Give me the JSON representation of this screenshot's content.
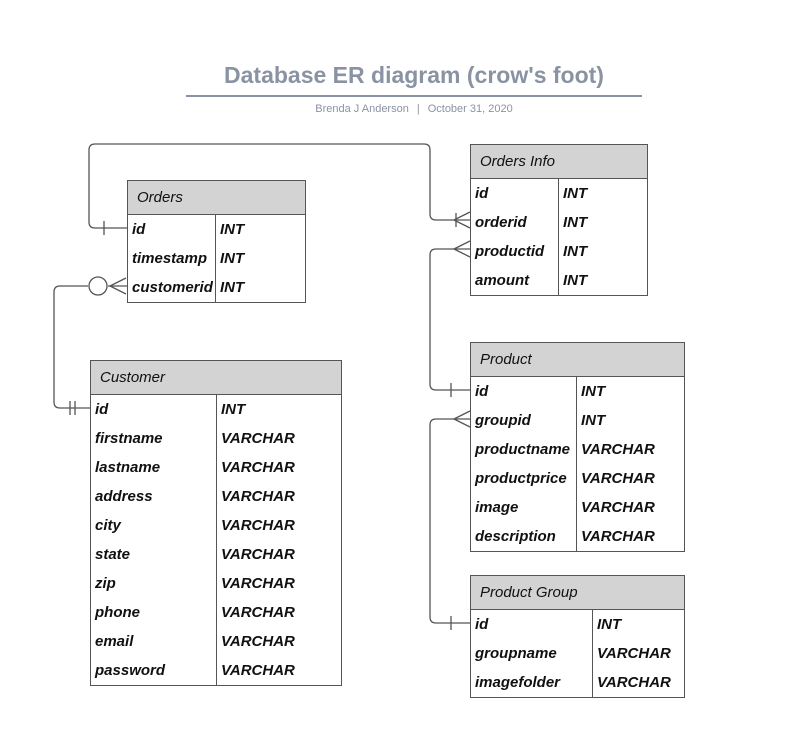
{
  "header": {
    "title": "Database ER diagram (crow's foot)",
    "author": "Brenda J Anderson",
    "separator": "|",
    "date": "October 31, 2020"
  },
  "tables": {
    "orders": {
      "name": "Orders",
      "fields": [
        {
          "name": "id",
          "type": "INT"
        },
        {
          "name": "timestamp",
          "type": "INT"
        },
        {
          "name": "customerid",
          "type": "INT"
        }
      ]
    },
    "orders_info": {
      "name": "Orders Info",
      "fields": [
        {
          "name": "id",
          "type": "INT"
        },
        {
          "name": "orderid",
          "type": "INT"
        },
        {
          "name": "productid",
          "type": "INT"
        },
        {
          "name": "amount",
          "type": "INT"
        }
      ]
    },
    "customer": {
      "name": "Customer",
      "fields": [
        {
          "name": "id",
          "type": "INT"
        },
        {
          "name": "firstname",
          "type": "VARCHAR"
        },
        {
          "name": "lastname",
          "type": "VARCHAR"
        },
        {
          "name": "address",
          "type": "VARCHAR"
        },
        {
          "name": "city",
          "type": "VARCHAR"
        },
        {
          "name": "state",
          "type": "VARCHAR"
        },
        {
          "name": "zip",
          "type": "VARCHAR"
        },
        {
          "name": "phone",
          "type": "VARCHAR"
        },
        {
          "name": "email",
          "type": "VARCHAR"
        },
        {
          "name": "password",
          "type": "VARCHAR"
        }
      ]
    },
    "product": {
      "name": "Product",
      "fields": [
        {
          "name": "id",
          "type": "INT"
        },
        {
          "name": "groupid",
          "type": "INT"
        },
        {
          "name": "productname",
          "type": "VARCHAR"
        },
        {
          "name": "productprice",
          "type": "VARCHAR"
        },
        {
          "name": "image",
          "type": "VARCHAR"
        },
        {
          "name": "description",
          "type": "VARCHAR"
        }
      ]
    },
    "product_group": {
      "name": "Product Group",
      "fields": [
        {
          "name": "id",
          "type": "INT"
        },
        {
          "name": "groupname",
          "type": "VARCHAR"
        },
        {
          "name": "imagefolder",
          "type": "VARCHAR"
        }
      ]
    }
  },
  "relationships": [
    {
      "from": "Orders.id",
      "to": "Orders Info.orderid",
      "from_cardinality": "one",
      "to_cardinality": "many"
    },
    {
      "from": "Customer.id",
      "to": "Orders.customerid",
      "from_cardinality": "one",
      "to_cardinality": "zero-or-many"
    },
    {
      "from": "Product.id",
      "to": "Orders Info.productid",
      "from_cardinality": "one",
      "to_cardinality": "many"
    },
    {
      "from": "Product Group.id",
      "to": "Product.groupid",
      "from_cardinality": "one",
      "to_cardinality": "many"
    }
  ]
}
